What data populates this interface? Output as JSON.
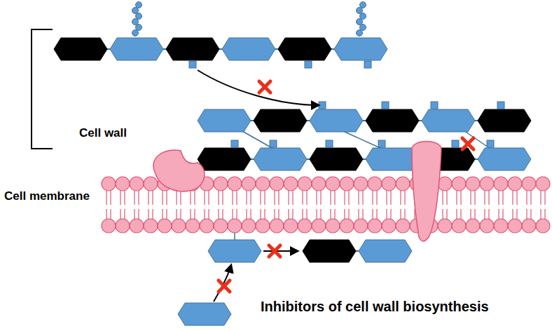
{
  "diagram": {
    "caption": "Inhibitors of cell wall biosynthesis",
    "labels": [
      "Cell wall",
      "Cell membrane"
    ]
  }
}
